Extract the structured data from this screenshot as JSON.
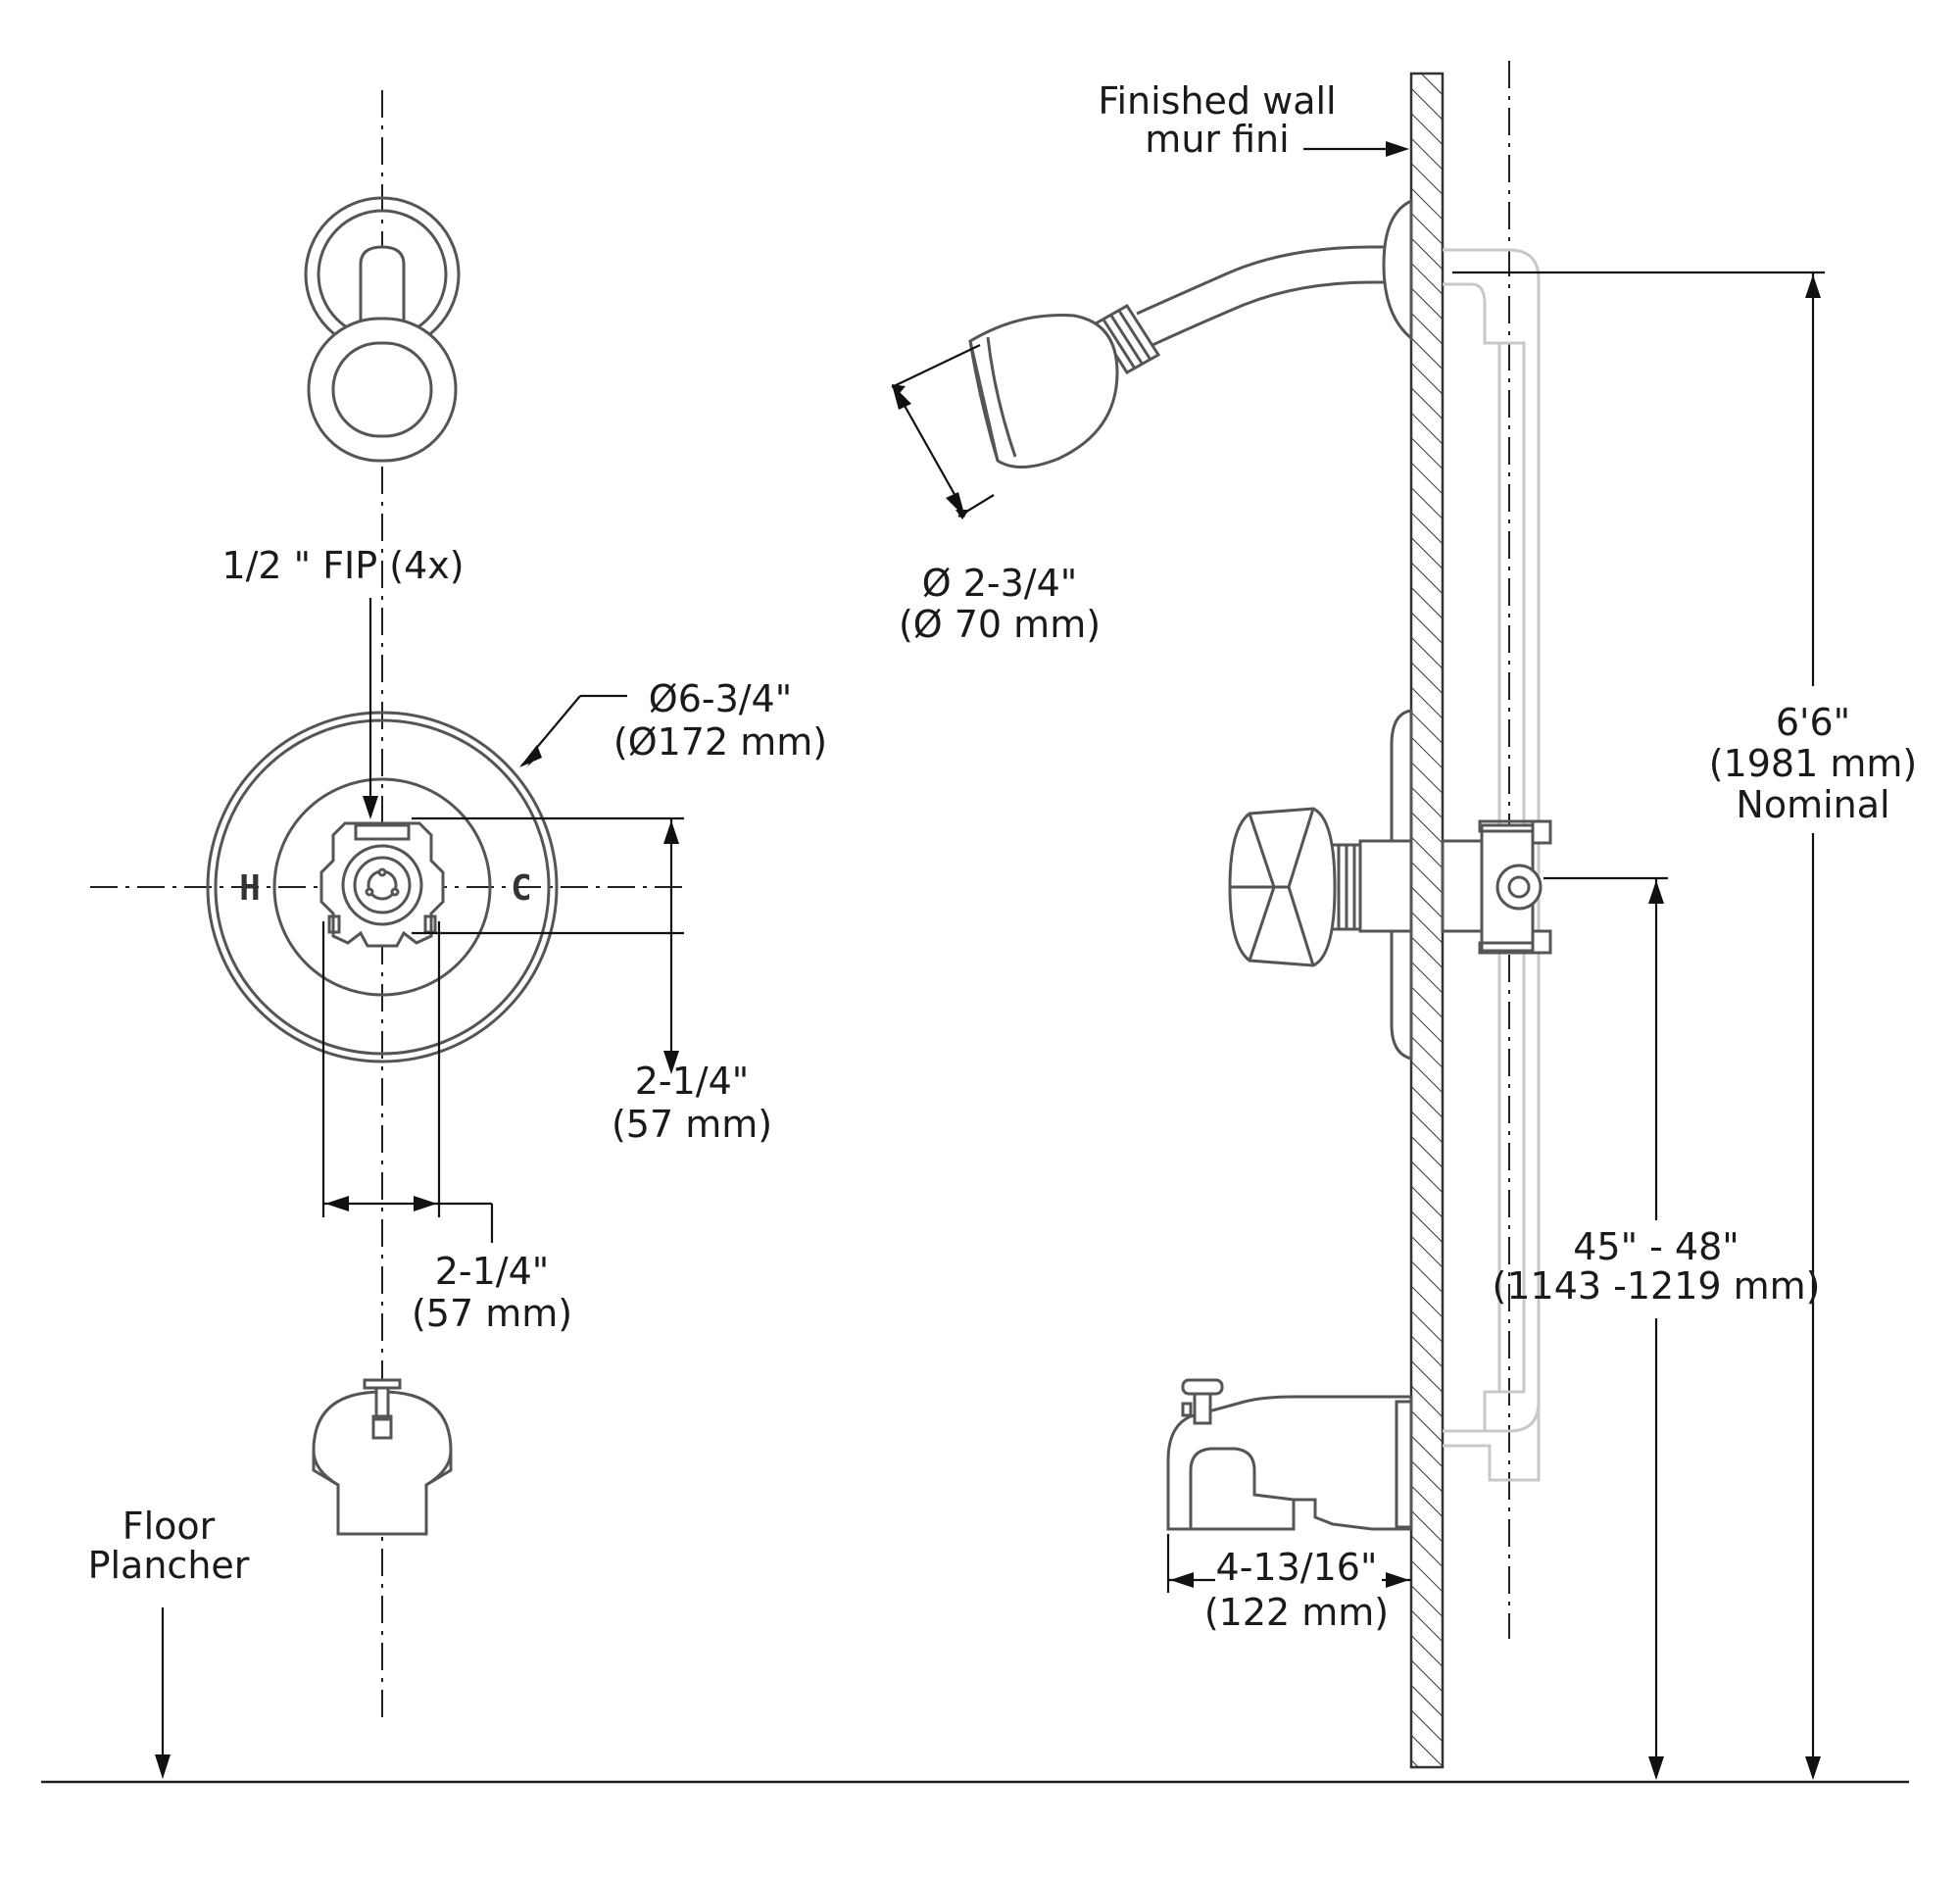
{
  "labels": {
    "finished_wall_en": "Finished wall",
    "finished_wall_fr": "mur fini",
    "fip": "1/2 \" FIP (4x)",
    "escutcheon_dia_in": "Ø6-3/4\"",
    "escutcheon_dia_mm": "(Ø172 mm)",
    "valve_height_in": "2-1/4\"",
    "valve_height_mm": "(57 mm)",
    "valve_width_in": "2-1/4\"",
    "valve_width_mm": "(57 mm)",
    "floor_en": "Floor",
    "floor_fr": "Plancher",
    "showerhead_dia_in": "Ø 2-3/4\"",
    "showerhead_dia_mm": "(Ø 70 mm)",
    "shower_height_ft": "6'6\"",
    "shower_height_mm": "(1981 mm)",
    "shower_height_note": "Nominal",
    "valve_range_in": "45\" - 48\"",
    "valve_range_mm": "(1143 -1219 mm)",
    "spout_reach_in": "4-13/16\"",
    "spout_reach_mm": "(122 mm)",
    "hot_mark": "H",
    "cold_mark": "C"
  }
}
